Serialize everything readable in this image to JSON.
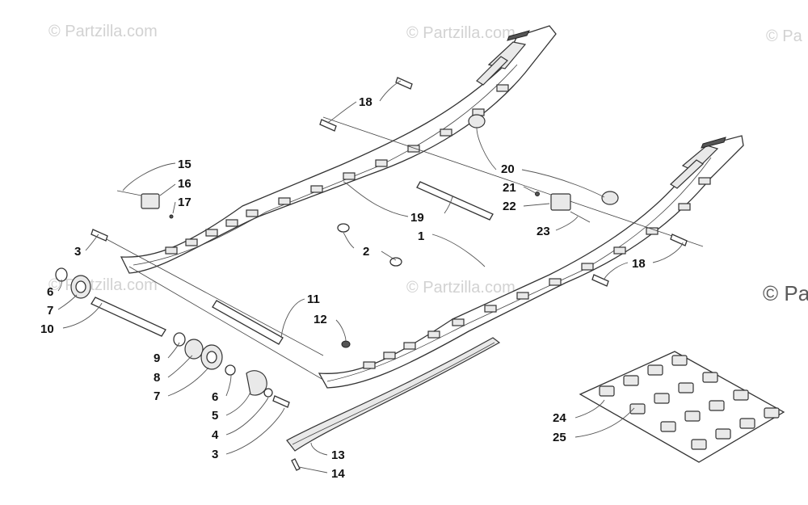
{
  "watermarks": [
    {
      "text": "© Partzilla.com"
    },
    {
      "text": "© Partzilla.com"
    },
    {
      "text": "© Pa"
    },
    {
      "text": "© Partzilla.com"
    },
    {
      "text": "© Partzilla.com"
    },
    {
      "text": "© Pa"
    }
  ],
  "callouts": {
    "c1": "1",
    "c2": "2",
    "c3a": "3",
    "c3b": "3",
    "c4": "4",
    "c5": "5",
    "c6a": "6",
    "c6b": "6",
    "c7a": "7",
    "c7b": "7",
    "c8": "8",
    "c9": "9",
    "c10": "10",
    "c11": "11",
    "c12": "12",
    "c13": "13",
    "c14": "14",
    "c15": "15",
    "c16": "16",
    "c17": "17",
    "c18a": "18",
    "c18b": "18",
    "c19": "19",
    "c20": "20",
    "c21": "21",
    "c22": "22",
    "c23": "23",
    "c24": "24",
    "c25": "25"
  },
  "colors": {
    "line": "#333333",
    "watermark": "#d2d2d2",
    "fill": "#e9e9e9"
  }
}
